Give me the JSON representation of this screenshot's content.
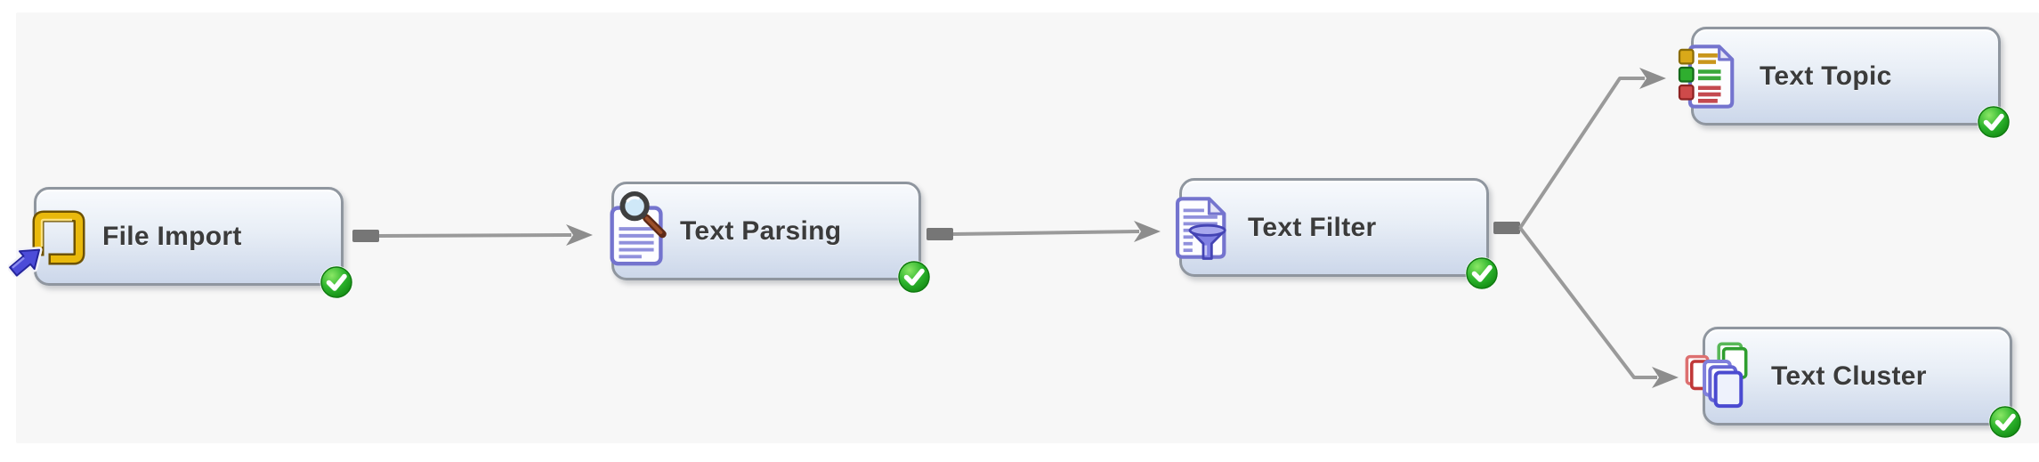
{
  "diagram": {
    "type": "process-flow",
    "nodes": [
      {
        "id": "file-import",
        "label": "File Import",
        "icon": "file-import-icon",
        "status": "complete",
        "status_icon": "green-check-badge"
      },
      {
        "id": "text-parsing",
        "label": "Text Parsing",
        "icon": "text-parsing-icon",
        "status": "complete",
        "status_icon": "green-check-badge"
      },
      {
        "id": "text-filter",
        "label": "Text Filter",
        "icon": "text-filter-icon",
        "status": "complete",
        "status_icon": "green-check-badge"
      },
      {
        "id": "text-topic",
        "label": "Text Topic",
        "icon": "text-topic-icon",
        "status": "complete",
        "status_icon": "green-check-badge"
      },
      {
        "id": "text-cluster",
        "label": "Text Cluster",
        "icon": "text-cluster-icon",
        "status": "complete",
        "status_icon": "green-check-badge"
      }
    ],
    "connections": [
      {
        "from": "file-import",
        "to": "text-parsing"
      },
      {
        "from": "text-parsing",
        "to": "text-filter"
      },
      {
        "from": "text-filter",
        "to": "text-topic"
      },
      {
        "from": "text-filter",
        "to": "text-cluster"
      }
    ],
    "colors": {
      "canvas_background": "#f7f7f7",
      "node_fill_top": "#f8fafd",
      "node_fill_bottom": "#ccd7ea",
      "node_border": "#8f969f",
      "label_text": "#3b3b3b",
      "connector_line": "#9a9a9a",
      "connector_stub": "#767676",
      "status_complete_green": "#22aa22"
    }
  }
}
